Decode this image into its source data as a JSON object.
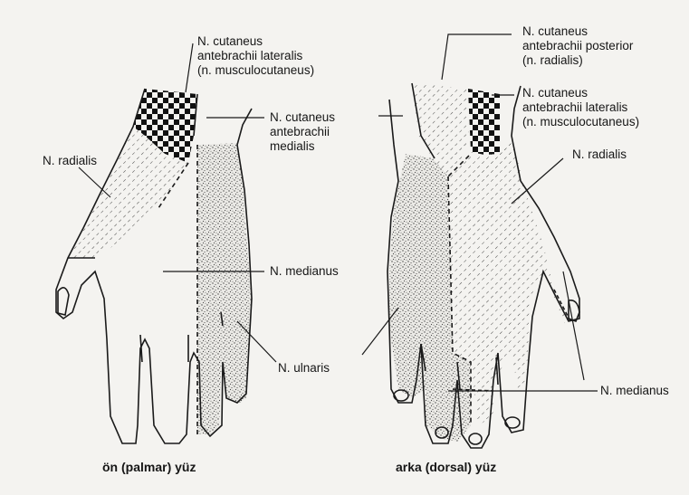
{
  "palmar": {
    "caption": "ön (palmar) yüz",
    "labels": {
      "cut_lat": "N. cutaneus\nantebrachii lateralis\n(n. musculocutaneus)",
      "cut_med": "N. cutaneus\nantebrachii\nmedialis",
      "radialis": "N. radialis",
      "medianus": "N. medianus",
      "ulnaris": "N. ulnaris"
    }
  },
  "dorsal": {
    "caption": "arka (dorsal) yüz",
    "labels": {
      "cut_post": "N. cutaneus\nantebrachii posterior\n(n. radialis)",
      "cut_lat": "N. cutaneus\nantebrachii lateralis\n(n. musculocutaneus)",
      "radialis": "N. radialis",
      "medianus": "N. medianus"
    }
  },
  "legend_patterns": {
    "hatch": "radialis",
    "stipple": "ulnaris",
    "checker": "musculocutaneus"
  },
  "colors": {
    "ink": "#1a1a1a",
    "paper": "#f4f3f0"
  }
}
